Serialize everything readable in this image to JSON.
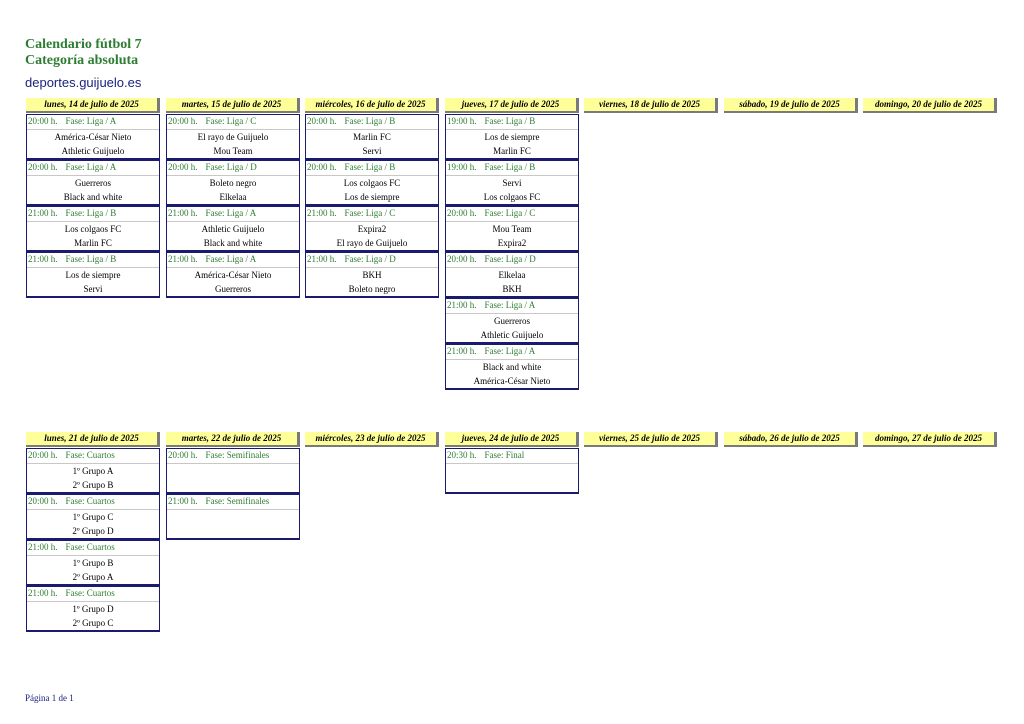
{
  "header": {
    "title_line1": "Calendario fútbol 7",
    "title_line2": "Categoría absoluta",
    "site": "deportes.guijuelo.es"
  },
  "colors": {
    "title": "#2e7d32",
    "header_bg": "#ffff99",
    "border": "#1a1a6e"
  },
  "weeks": [
    {
      "days": [
        {
          "label": "lunes, 14 de julio de 2025",
          "matches": [
            {
              "time": "20:00 h.",
              "phase": "Fase: Liga / A",
              "team1": "América-César Nieto",
              "team2": "Athletic Guijuelo"
            },
            {
              "time": "20:00 h.",
              "phase": "Fase: Liga / A",
              "team1": "Guerreros",
              "team2": "Black and white"
            },
            {
              "time": "21:00 h.",
              "phase": "Fase: Liga / B",
              "team1": "Los colgaos FC",
              "team2": "Marlin FC"
            },
            {
              "time": "21:00 h.",
              "phase": "Fase: Liga / B",
              "team1": "Los de siempre",
              "team2": "Servi"
            }
          ]
        },
        {
          "label": "martes, 15 de julio de 2025",
          "matches": [
            {
              "time": "20:00 h.",
              "phase": "Fase: Liga / C",
              "team1": "El rayo de Guijuelo",
              "team2": "Mou Team"
            },
            {
              "time": "20:00 h.",
              "phase": "Fase: Liga / D",
              "team1": "Boleto negro",
              "team2": "Elkelaa"
            },
            {
              "time": "21:00 h.",
              "phase": "Fase: Liga / A",
              "team1": "Athletic Guijuelo",
              "team2": "Black and white"
            },
            {
              "time": "21:00 h.",
              "phase": "Fase: Liga / A",
              "team1": "América-César Nieto",
              "team2": "Guerreros"
            }
          ]
        },
        {
          "label": "miércoles, 16 de julio de 2025",
          "matches": [
            {
              "time": "20:00 h.",
              "phase": "Fase: Liga / B",
              "team1": "Marlin FC",
              "team2": "Servi"
            },
            {
              "time": "20:00 h.",
              "phase": "Fase: Liga / B",
              "team1": "Los colgaos FC",
              "team2": "Los de siempre"
            },
            {
              "time": "21:00 h.",
              "phase": "Fase: Liga / C",
              "team1": "Expira2",
              "team2": "El rayo de Guijuelo"
            },
            {
              "time": "21:00 h.",
              "phase": "Fase: Liga / D",
              "team1": "BKH",
              "team2": "Boleto negro"
            }
          ]
        },
        {
          "label": "jueves, 17 de julio de 2025",
          "matches": [
            {
              "time": "19:00 h.",
              "phase": "Fase: Liga / B",
              "team1": "Los de siempre",
              "team2": "Marlin FC"
            },
            {
              "time": "19:00 h.",
              "phase": "Fase: Liga / B",
              "team1": "Servi",
              "team2": "Los colgaos FC"
            },
            {
              "time": "20:00 h.",
              "phase": "Fase: Liga / C",
              "team1": "Mou Team",
              "team2": "Expira2"
            },
            {
              "time": "20:00 h.",
              "phase": "Fase: Liga / D",
              "team1": "Elkelaa",
              "team2": "BKH"
            },
            {
              "time": "21:00 h.",
              "phase": "Fase: Liga / A",
              "team1": "Guerreros",
              "team2": "Athletic Guijuelo"
            },
            {
              "time": "21:00 h.",
              "phase": "Fase: Liga / A",
              "team1": "Black and white",
              "team2": "América-César Nieto"
            }
          ]
        },
        {
          "label": "viernes, 18 de julio de 2025",
          "matches": []
        },
        {
          "label": "sábado, 19 de julio de 2025",
          "matches": []
        },
        {
          "label": "domingo, 20 de julio de 2025",
          "matches": []
        }
      ]
    },
    {
      "days": [
        {
          "label": "lunes, 21 de julio de 2025",
          "matches": [
            {
              "time": "20:00 h.",
              "phase": "Fase: Cuartos",
              "team1": "1º Grupo A",
              "team2": "2º Grupo B"
            },
            {
              "time": "20:00 h.",
              "phase": "Fase: Cuartos",
              "team1": "1º Grupo C",
              "team2": "2º Grupo D"
            },
            {
              "time": "21:00 h.",
              "phase": "Fase: Cuartos",
              "team1": "1º Grupo B",
              "team2": "2º Grupo A"
            },
            {
              "time": "21:00 h.",
              "phase": "Fase: Cuartos",
              "team1": "1º Grupo D",
              "team2": "2º Grupo C"
            }
          ]
        },
        {
          "label": "martes, 22 de julio de 2025",
          "matches": [
            {
              "time": "20:00 h.",
              "phase": "Fase: Semifinales",
              "team1": "",
              "team2": ""
            },
            {
              "time": "21:00 h.",
              "phase": "Fase: Semifinales",
              "team1": "",
              "team2": ""
            }
          ]
        },
        {
          "label": "miércoles, 23 de julio de 2025",
          "matches": []
        },
        {
          "label": "jueves, 24 de julio de 2025",
          "matches": [
            {
              "time": "20:30 h.",
              "phase": "Fase: Final",
              "team1": "",
              "team2": ""
            }
          ]
        },
        {
          "label": "viernes, 25 de julio de 2025",
          "matches": []
        },
        {
          "label": "sábado, 26 de julio de 2025",
          "matches": []
        },
        {
          "label": "domingo, 27 de julio de 2025",
          "matches": []
        }
      ]
    }
  ],
  "footer": {
    "page": "Página 1 de 1"
  }
}
